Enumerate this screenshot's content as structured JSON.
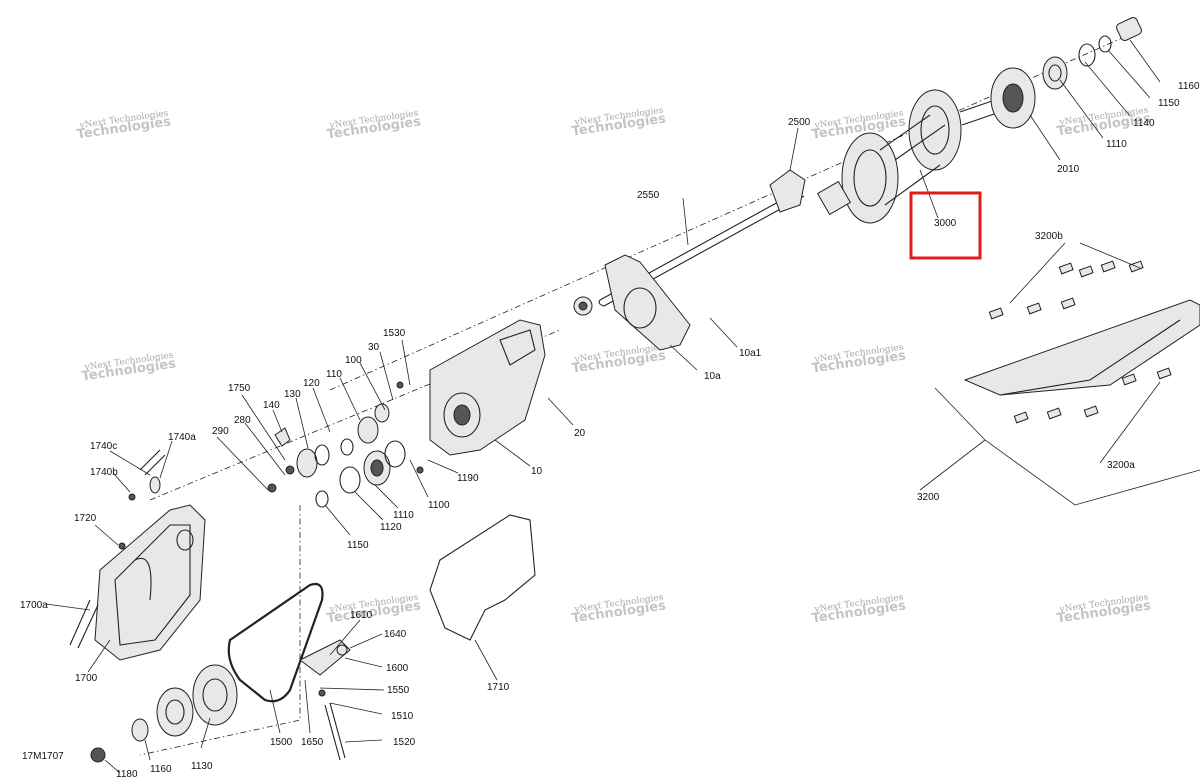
{
  "watermark": {
    "line1": "vNext Technologies",
    "line2": "Technologies"
  },
  "drawing_code": "17M1707",
  "highlight": {
    "label": "3000",
    "color": "#e21b1b"
  },
  "labels": [
    {
      "id": "1160",
      "text": "1160"
    },
    {
      "id": "1150",
      "text": "1150"
    },
    {
      "id": "1140",
      "text": "1140"
    },
    {
      "id": "1110a",
      "text": "1110"
    },
    {
      "id": "2010",
      "text": "2010"
    },
    {
      "id": "2500",
      "text": "2500"
    },
    {
      "id": "2550",
      "text": "2550"
    },
    {
      "id": "3000",
      "text": "3000"
    },
    {
      "id": "3200b",
      "text": "3200b"
    },
    {
      "id": "10a1",
      "text": "10a1"
    },
    {
      "id": "10a",
      "text": "10a"
    },
    {
      "id": "1530",
      "text": "1530"
    },
    {
      "id": "30",
      "text": "30"
    },
    {
      "id": "100",
      "text": "100"
    },
    {
      "id": "110",
      "text": "110"
    },
    {
      "id": "120",
      "text": "120"
    },
    {
      "id": "130",
      "text": "130"
    },
    {
      "id": "140",
      "text": "140"
    },
    {
      "id": "1750",
      "text": "1750"
    },
    {
      "id": "280",
      "text": "280"
    },
    {
      "id": "290",
      "text": "290"
    },
    {
      "id": "20",
      "text": "20"
    },
    {
      "id": "10",
      "text": "10"
    },
    {
      "id": "1190",
      "text": "1190"
    },
    {
      "id": "1100",
      "text": "1100"
    },
    {
      "id": "1110b",
      "text": "1110"
    },
    {
      "id": "1120",
      "text": "1120"
    },
    {
      "id": "1150b",
      "text": "1150"
    },
    {
      "id": "1740c",
      "text": "1740c"
    },
    {
      "id": "1740a",
      "text": "1740a"
    },
    {
      "id": "1740b",
      "text": "1740b"
    },
    {
      "id": "1720",
      "text": "1720"
    },
    {
      "id": "1700a",
      "text": "1700a"
    },
    {
      "id": "1700",
      "text": "1700"
    },
    {
      "id": "3200a",
      "text": "3200a"
    },
    {
      "id": "3200",
      "text": "3200"
    },
    {
      "id": "1610",
      "text": "1610"
    },
    {
      "id": "1640",
      "text": "1640"
    },
    {
      "id": "1600",
      "text": "1600"
    },
    {
      "id": "1550",
      "text": "1550"
    },
    {
      "id": "1510",
      "text": "1510"
    },
    {
      "id": "1520",
      "text": "1520"
    },
    {
      "id": "1710",
      "text": "1710"
    },
    {
      "id": "1500",
      "text": "1500"
    },
    {
      "id": "1650",
      "text": "1650"
    },
    {
      "id": "1130",
      "text": "1130"
    },
    {
      "id": "1160b",
      "text": "1160"
    },
    {
      "id": "1180",
      "text": "1180"
    }
  ]
}
